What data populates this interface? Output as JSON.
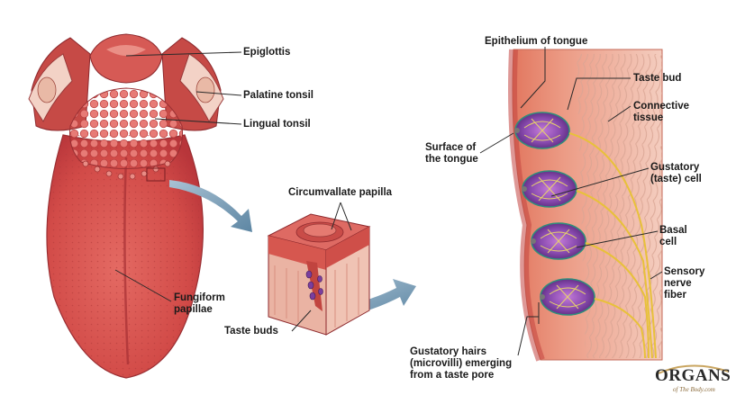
{
  "labels": {
    "epiglottis": "Epiglottis",
    "palatine_tonsil": "Palatine tonsil",
    "lingual_tonsil": "Lingual tonsil",
    "fungiform_papillae": "Fungiform\npapillae",
    "circumvallate_papilla": "Circumvallate papilla",
    "taste_buds": "Taste buds",
    "epithelium_of_tongue": "Epithelium of tongue",
    "taste_bud": "Taste bud",
    "connective_tissue": "Connective\ntissue",
    "surface_of_tongue": "Surface of\nthe tongue",
    "gustatory_cell": "Gustatory\n(taste) cell",
    "basal_cell": "Basal\ncell",
    "sensory_nerve_fiber": "Sensory\nnerve\nfiber",
    "gustatory_hairs": "Gustatory hairs\n(microvilli) emerging\nfrom a taste pore"
  },
  "logo": {
    "word": "ORGANS",
    "subtitle": "of The Body.com"
  },
  "colors": {
    "tongue_base": "#d9534f",
    "tongue_dark": "#b8353a",
    "papilla": "#e27370",
    "tissue": "#eeb8aa",
    "taste_bud_purple": "#7b3e9e",
    "nerve_yellow": "#e8c13a",
    "arrow_blue": "#6f93ad"
  }
}
